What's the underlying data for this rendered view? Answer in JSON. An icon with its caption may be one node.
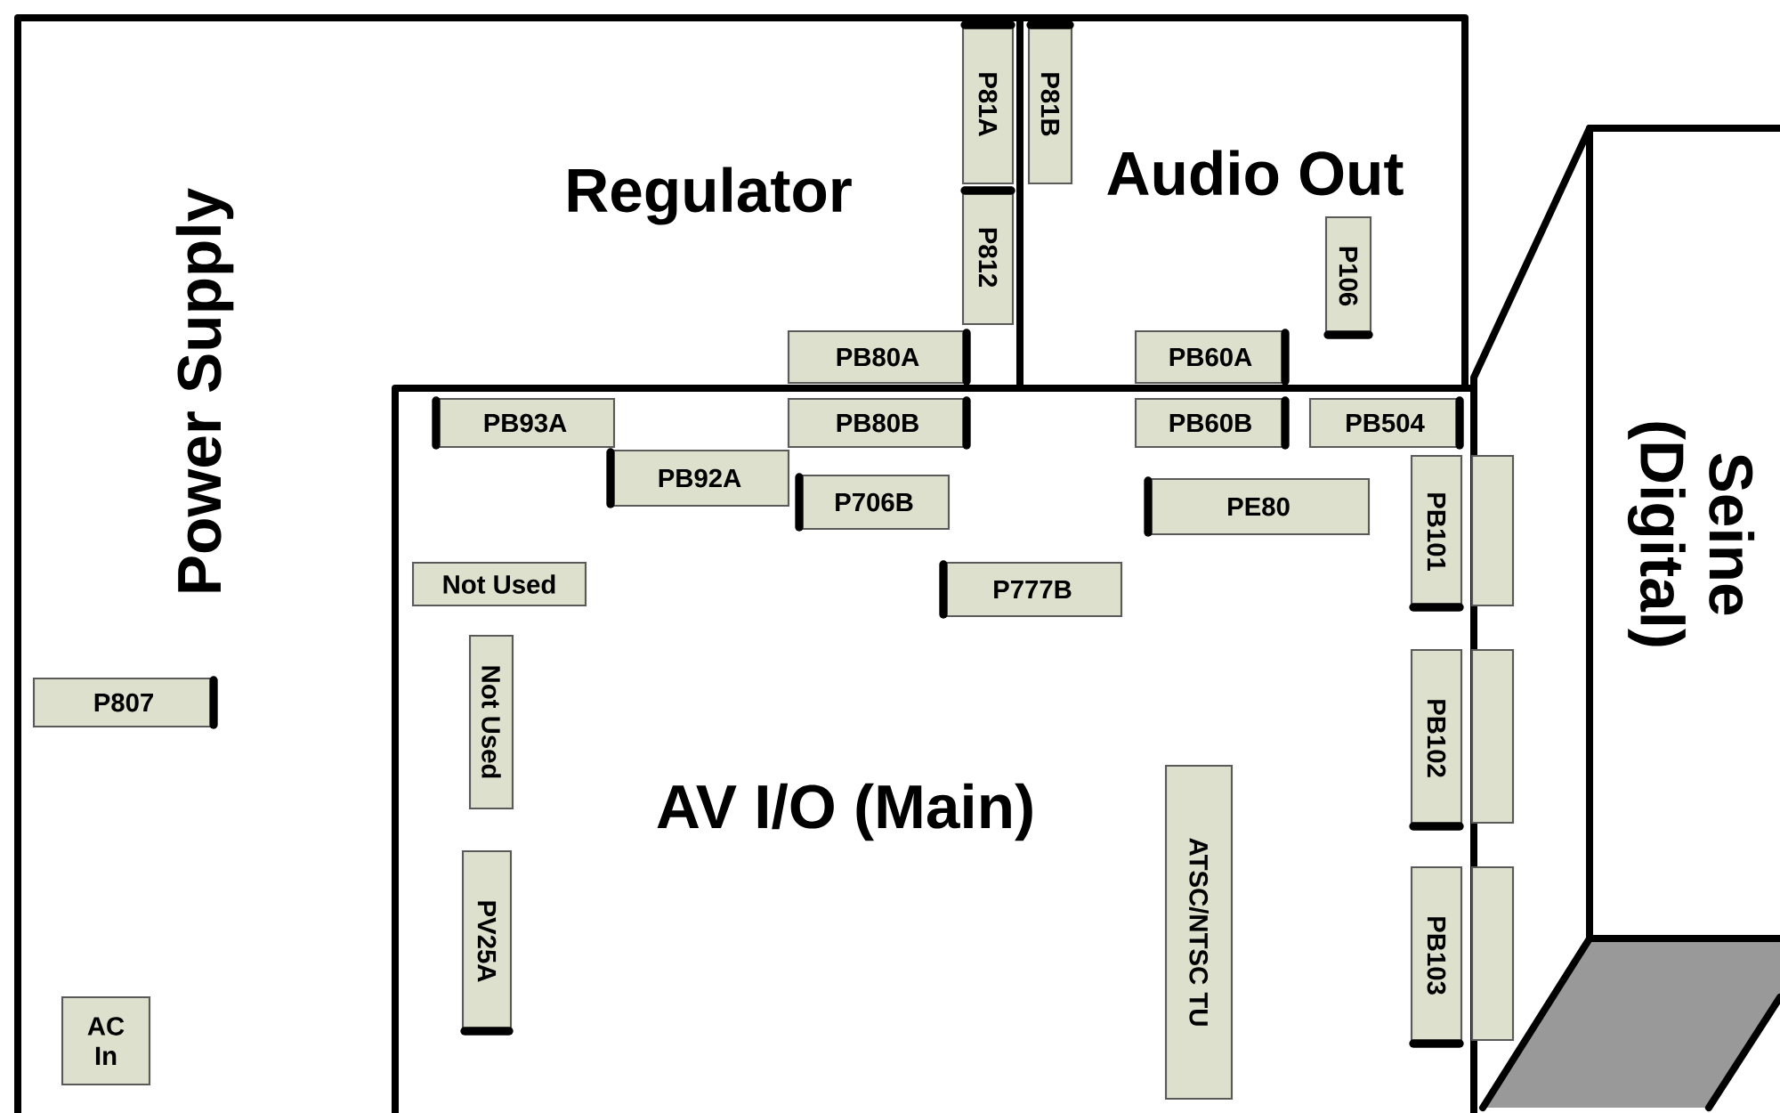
{
  "diagram": {
    "nodes": [
      {
        "text": [
          "P81A"
        ]
      },
      {
        "text": [
          "P81B"
        ]
      },
      {
        "text": [
          "P812"
        ]
      },
      {
        "text": [
          "P106"
        ]
      },
      {
        "text": [
          "PB80A"
        ]
      },
      {
        "text": [
          "PB60A"
        ]
      },
      {
        "text": [
          "PB93A"
        ]
      },
      {
        "text": [
          "PB80B"
        ]
      },
      {
        "text": [
          "PB60B"
        ]
      },
      {
        "text": [
          "PB504"
        ]
      },
      {
        "text": [
          "PB92A"
        ]
      },
      {
        "text": [
          "P706B"
        ]
      },
      {
        "text": [
          "PE80"
        ]
      },
      {
        "text": [
          "Not Used"
        ]
      },
      {
        "text": [
          "P777B"
        ]
      },
      {
        "text": [
          "P807"
        ]
      },
      {
        "text": [
          "Not Used"
        ]
      },
      {
        "text": [
          "PB101"
        ]
      },
      {
        "text": [],
        "shape": "box"
      },
      {
        "text": [
          "PB102"
        ]
      },
      {
        "text": [],
        "shape": "box"
      },
      {
        "text": [
          "ATSC/NTSC TU"
        ]
      },
      {
        "text": [
          "PV25A"
        ]
      },
      {
        "text": [
          "PB103"
        ]
      },
      {
        "text": [],
        "shape": "box"
      },
      {
        "text": [
          "AC In"
        ]
      }
    ],
    "labels": [
      "Regulator",
      "Audio Out",
      "Power Supply",
      "Seine (Digital)",
      "AV I/O (Main)"
    ]
  }
}
